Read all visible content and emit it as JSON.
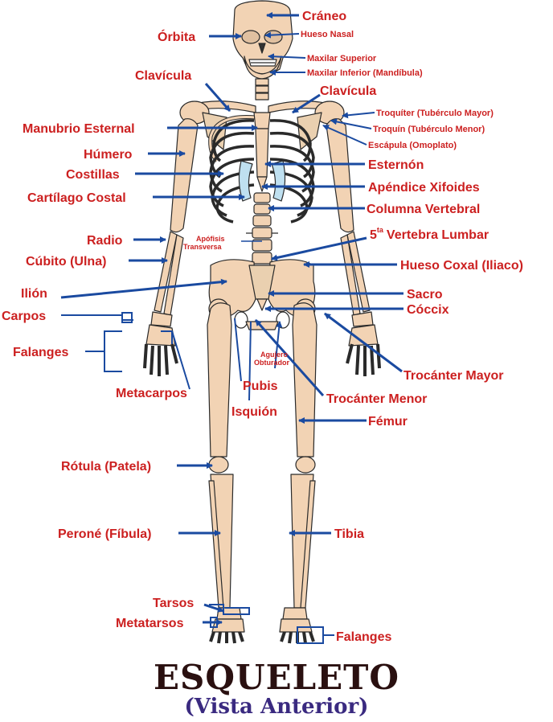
{
  "title": "ESQUELETO",
  "subtitle": "(Vista Anterior)",
  "labels": {
    "craneo": "Cráneo",
    "orbita": "Órbita",
    "hueso_nasal": "Hueso Nasal",
    "maxilar_superior": "Maxilar Superior",
    "maxilar_inferior": "Maxilar Inferior (Mandíbula)",
    "clavicula_left": "Clavícula",
    "clavicula_right": "Clavícula",
    "troquiter": "Troquíter (Tubérculo Mayor)",
    "troquin": "Troquín (Tubérculo Menor)",
    "escapula": "Escápula (Omoplato)",
    "manubrio": "Manubrio Esternal",
    "humero": "Húmero",
    "costillas": "Costillas",
    "esternon": "Esternón",
    "apendice": "Apéndice Xifoides",
    "cartilago": "Cartílago Costal",
    "columna": "Columna Vertebral",
    "vertebra_num": "5",
    "vertebra_sup": "ta",
    "vertebra_rest": "Vertebra Lumbar",
    "radio": "Radio",
    "apofisis_1": "Apófisis",
    "apofisis_2": "Transversa",
    "cubito": "Cúbito (Ulna)",
    "hueso_coxal": "Hueso Coxal (Iliaco)",
    "ilion": "Ilión",
    "sacro": "Sacro",
    "carpos": "Carpos",
    "coccix": "Cóccix",
    "falanges_hand": "Falanges",
    "agujero_1": "Agujero",
    "agujero_2": "Obturador",
    "trocanter_mayor": "Trocánter Mayor",
    "metacarpos": "Metacarpos",
    "pubis": "Pubis",
    "trocanter_menor": "Trocánter Menor",
    "isquion": "Isquión",
    "femur": "Fémur",
    "rotula": "Rótula (Patela)",
    "perone": "Peroné (Fíbula)",
    "tibia": "Tibia",
    "tarsos": "Tarsos",
    "metatarsos": "Metatarsos",
    "falanges_foot": "Falanges"
  },
  "colors": {
    "label": "#cc2020",
    "arrow": "#1a4aa0",
    "bone": "#f2d3b4",
    "outline": "#2a2a2a",
    "cartilage": "#bfe0f0",
    "title": "#2a1010",
    "subtitle": "#3a2a80"
  }
}
